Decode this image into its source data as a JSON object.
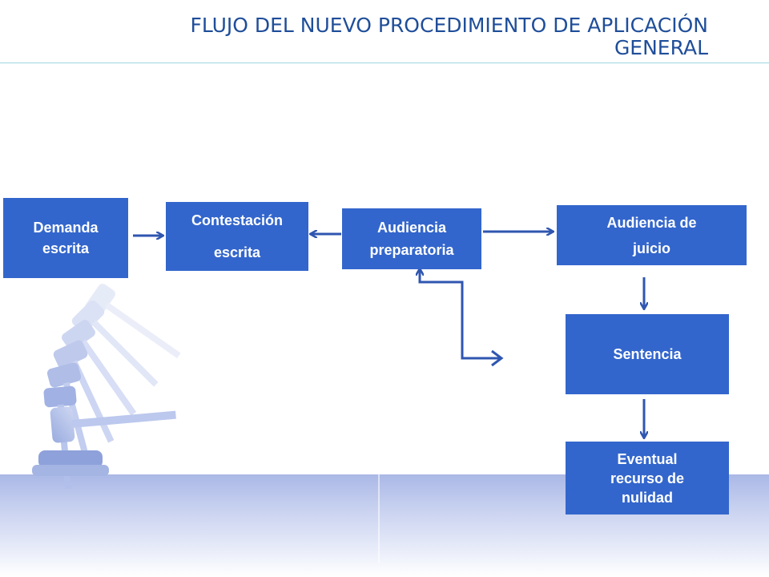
{
  "title": {
    "line1": "FLUJO DEL NUEVO  PROCEDIMIENTO DE APLICACIÓN",
    "line2": "GENERAL"
  },
  "boxes": {
    "demanda": [
      "Demanda",
      "escrita"
    ],
    "contestacion": [
      "Contestación",
      "escrita"
    ],
    "audiencia_preparatoria": [
      "Audiencia",
      "preparatoria"
    ],
    "audiencia_juicio": [
      "Audiencia de",
      "juicio"
    ],
    "sentencia": [
      "Sentencia"
    ],
    "recurso": [
      "Eventual",
      "recurso de",
      "nulidad"
    ]
  },
  "colors": {
    "box_fill": "#3366cc",
    "arrow": "#2f56b0",
    "title": "#1f4e9a"
  },
  "icons": [
    "gavel-icon"
  ]
}
